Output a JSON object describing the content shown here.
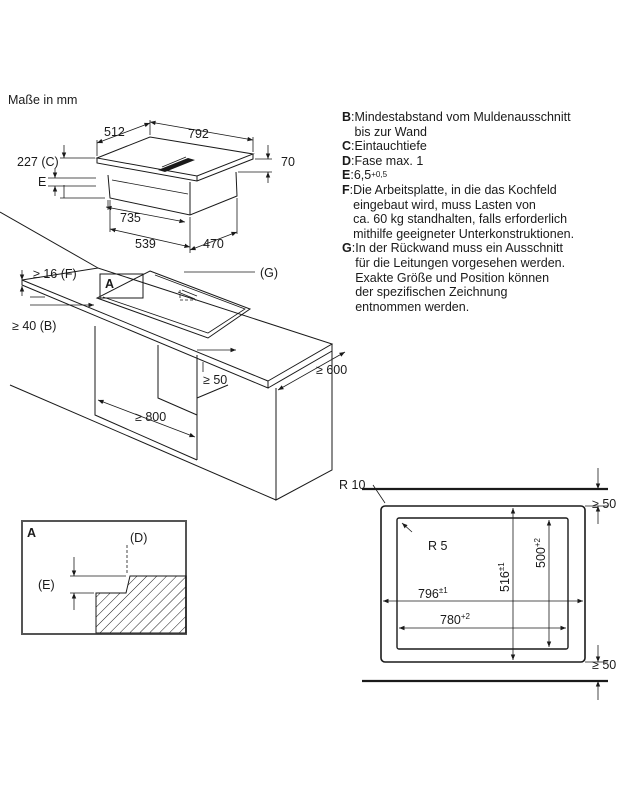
{
  "units_label": "Maße in mm",
  "notes": [
    {
      "key": "B",
      "sep": ": ",
      "text": "Mindestabstand vom Muldenausschnitt\nbis zur Wand"
    },
    {
      "key": "C",
      "sep": ": ",
      "text": "Eintauchtiefe"
    },
    {
      "key": "D",
      "sep": ": ",
      "text": "Fase max. 1"
    },
    {
      "key": "E",
      "sep": ": ",
      "text": "6,5",
      "sup": "+0,5"
    },
    {
      "key": "F",
      "sep": ": ",
      "text": "Die Arbeitsplatte, in die das Kochfeld\neingebaut wird, muss Lasten von\nca. 60 kg standhalten, falls erforderlich\nmithilfe geeigneter Unterkonstruktionen."
    },
    {
      "key": "G",
      "sep": ":",
      "text": "In der Rückwand muss ein Ausschnitt\nfür die Leitungen vorgesehen werden.\nExakte Größe und Position können\nder spezifischen Zeichnung\nentnommen werden."
    }
  ],
  "appliance": {
    "width_top": "512",
    "depth_top": "792",
    "height_label": "227 (C)",
    "height_right": "70",
    "e_label": "E",
    "body_width": "735",
    "body_width2": "539",
    "body_depth": "470"
  },
  "install": {
    "f_label": "≥ 16 (F)",
    "b_label": "≥ 40 (B)",
    "a_label": "A",
    "g_label": "(G)",
    "gap_50": "≥ 50",
    "depth_600": "≥ 600",
    "width_800": "≥ 800"
  },
  "detail": {
    "title": "A",
    "d_label": "(D)",
    "e_label": "(E)"
  },
  "cutout": {
    "r10": "R 10",
    "r5": "R 5",
    "top_gap": "≥ 50",
    "bottom_gap": "≥ 50",
    "w_outer": "796",
    "w_outer_tol": "±1",
    "w_inner": "780",
    "w_inner_tol": "+2",
    "h_outer": "516",
    "h_outer_tol": "±1",
    "h_inner": "500",
    "h_inner_tol": "+2"
  }
}
